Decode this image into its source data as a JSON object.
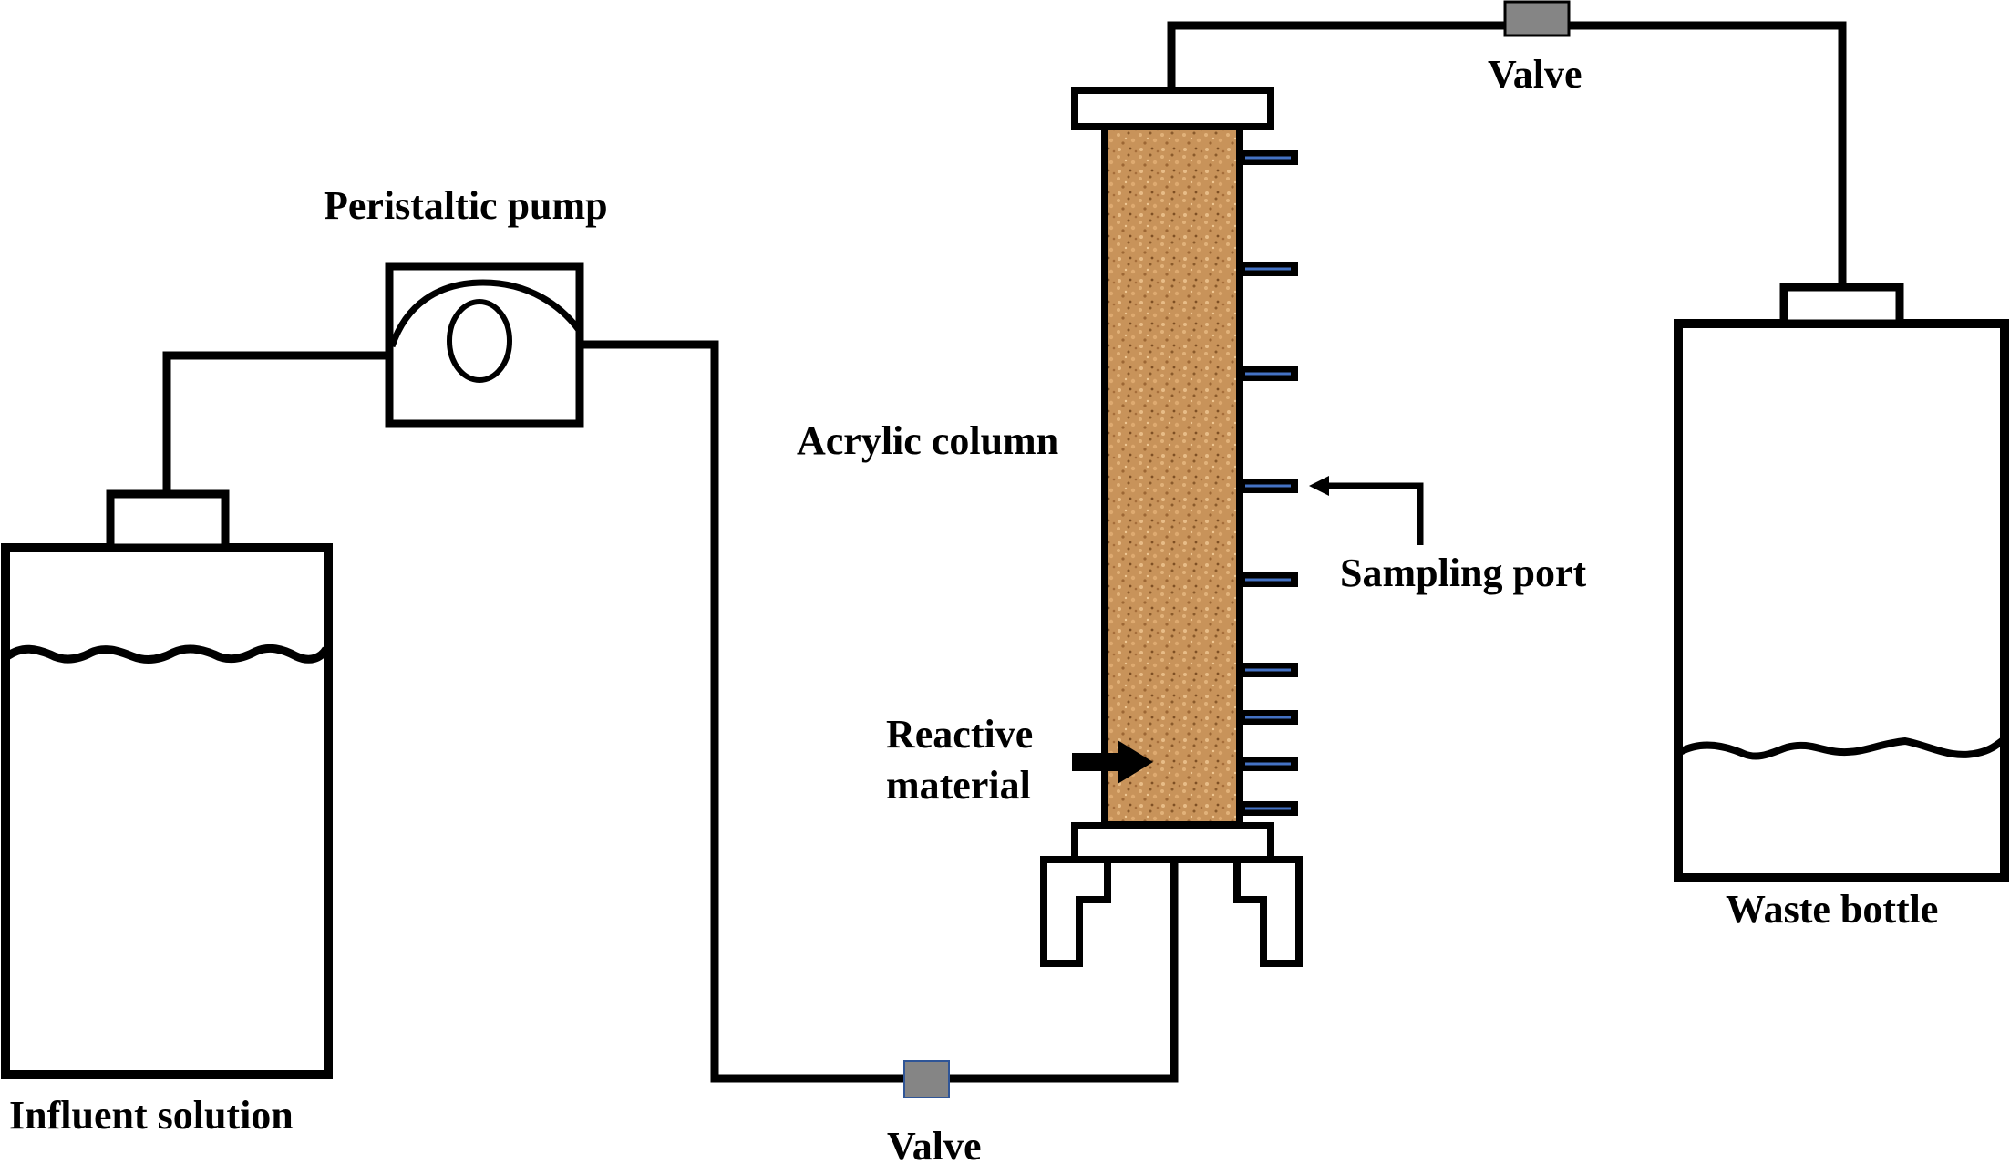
{
  "diagram": {
    "title": "Column experiment setup",
    "labels": {
      "peristaltic_pump": "Peristaltic pump",
      "acrylic_column": "Acrylic column",
      "sampling_port": "Sampling port",
      "reactive_material_line1": "Reactive",
      "reactive_material_line2": "material",
      "influent_solution": "Influent solution",
      "waste_bottle": "Waste bottle",
      "valve_top": "Valve",
      "valve_bottom": "Valve"
    },
    "sampling_port_count": 9,
    "colors": {
      "line": "#000000",
      "valve_fill": "#858585",
      "valve_border_bottom": "#2f5597",
      "port_accent": "#4472c4",
      "reactive_material": "#c8935a",
      "reactive_material_dark": "#8a5a2b",
      "reactive_material_light": "#e2b27a"
    }
  }
}
